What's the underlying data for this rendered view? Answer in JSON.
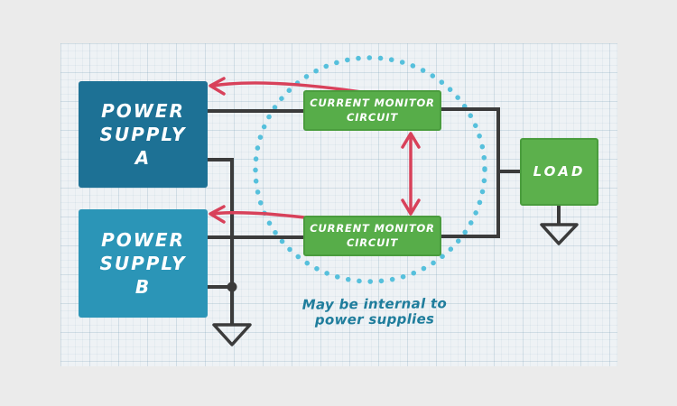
{
  "colors": {
    "outer_bg": "#ebebeb",
    "paper_bg": "#eef2f5",
    "wire": "#3b3b3b",
    "arrow_red": "#d8415a",
    "dotted_circle": "#56c0dc",
    "note_text": "#1f7d9c",
    "power_supply_a_fill": "#1d7195",
    "power_supply_b_fill": "#2b95b7",
    "monitor_fill": "#57ad49",
    "monitor_border": "#4a9c3d",
    "load_fill": "#5cb04c",
    "load_border": "#4a9c3d",
    "box_text": "#ffffff"
  },
  "nodes": {
    "power_supply_a": {
      "label": "POWER\nSUPPLY\nA"
    },
    "power_supply_b": {
      "label": "POWER\nSUPPLY\nB"
    },
    "current_monitor_1": {
      "label": "CURRENT MONITOR\nCIRCUIT"
    },
    "current_monitor_2": {
      "label": "CURRENT MONITOR\nCIRCUIT"
    },
    "load": {
      "label": "LOAD"
    }
  },
  "annotation": {
    "note": "May be internal to\npower supplies"
  }
}
